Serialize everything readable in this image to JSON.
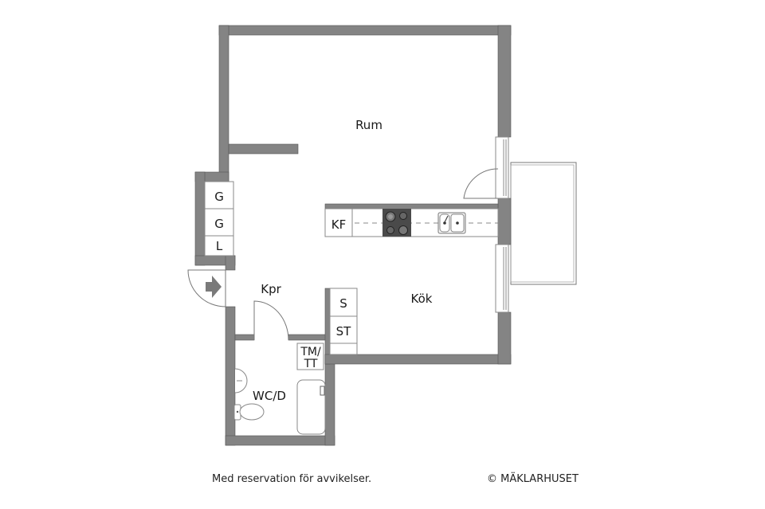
{
  "floorplan": {
    "rooms": {
      "rum": "Rum",
      "kok": "Kök",
      "kpr": "Kpr",
      "wc": "WC/D"
    },
    "closets": [
      "G",
      "G",
      "L"
    ],
    "kitchen": {
      "fridge_freezer": "KF",
      "stove": "stove-icon",
      "sink": "sink-icon",
      "storage_1": "S",
      "storage_2": "ST"
    },
    "bathroom": {
      "washer_line1": "TM/",
      "washer_line2": "TT"
    },
    "entrance_icon": "arrow-right-icon",
    "colors": {
      "wall": "#848484",
      "stove": "#4a4a4a",
      "text": "#1a1a1a"
    }
  },
  "footer": {
    "disclaimer": "Med reservation för avvikelser.",
    "copyright": "© MÄKLARHUSET"
  }
}
